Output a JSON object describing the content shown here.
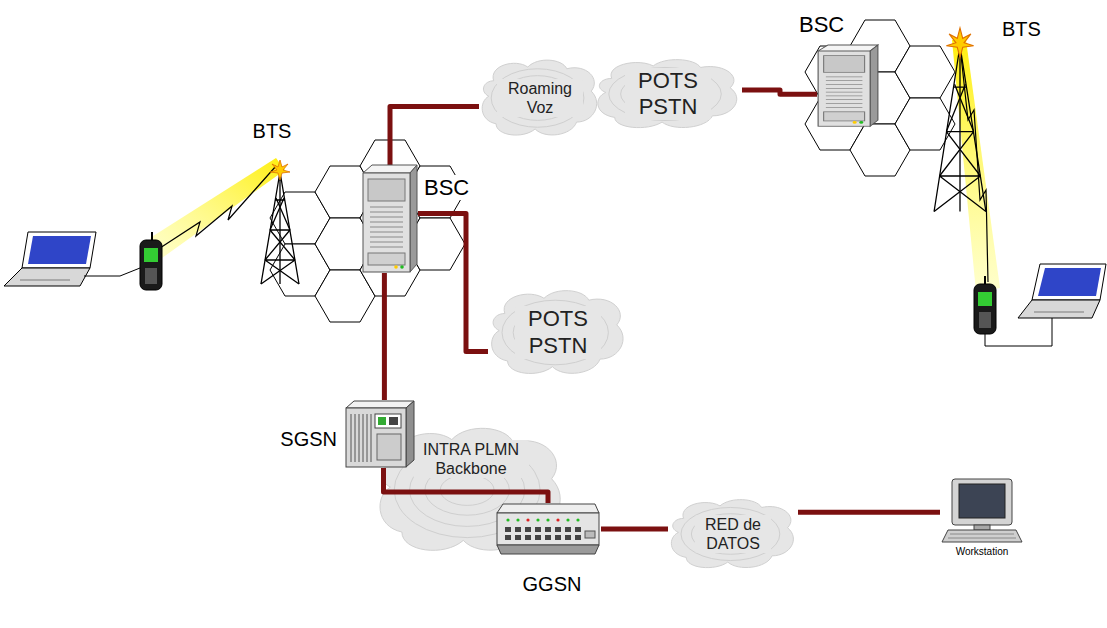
{
  "diagram": {
    "nodes": [
      {
        "text": [
          "BTS"
        ]
      },
      {
        "text": [
          "Roaming Voz"
        ]
      },
      {
        "text": [
          "POTS PSTN"
        ]
      },
      {
        "text": [
          "BSC"
        ]
      },
      {
        "text": [
          "BTS"
        ]
      },
      {
        "text": [
          "BSC"
        ]
      },
      {
        "text": [
          "POTS PSTN"
        ]
      },
      {
        "text": [
          "SGSN"
        ]
      },
      {
        "text": [
          "INTRA PLMN Backbone"
        ]
      },
      {
        "text": [
          "GGSN"
        ]
      },
      {
        "text": [
          "RED de DATOS"
        ]
      },
      {
        "text": [
          "Workstation"
        ]
      }
    ],
    "edges": [
      {
        "from": 5,
        "to": 1,
        "arrow": "none"
      },
      {
        "from": 2,
        "to": 3,
        "arrow": "none"
      },
      {
        "from": 5,
        "to": 6,
        "arrow": "none"
      },
      {
        "from": 5,
        "to": 7,
        "arrow": "none"
      },
      {
        "from": 7,
        "to": 9,
        "arrow": "none"
      },
      {
        "from": 9,
        "to": 10,
        "arrow": "none"
      },
      {
        "from": 10,
        "to": 11,
        "arrow": "none"
      }
    ]
  }
}
